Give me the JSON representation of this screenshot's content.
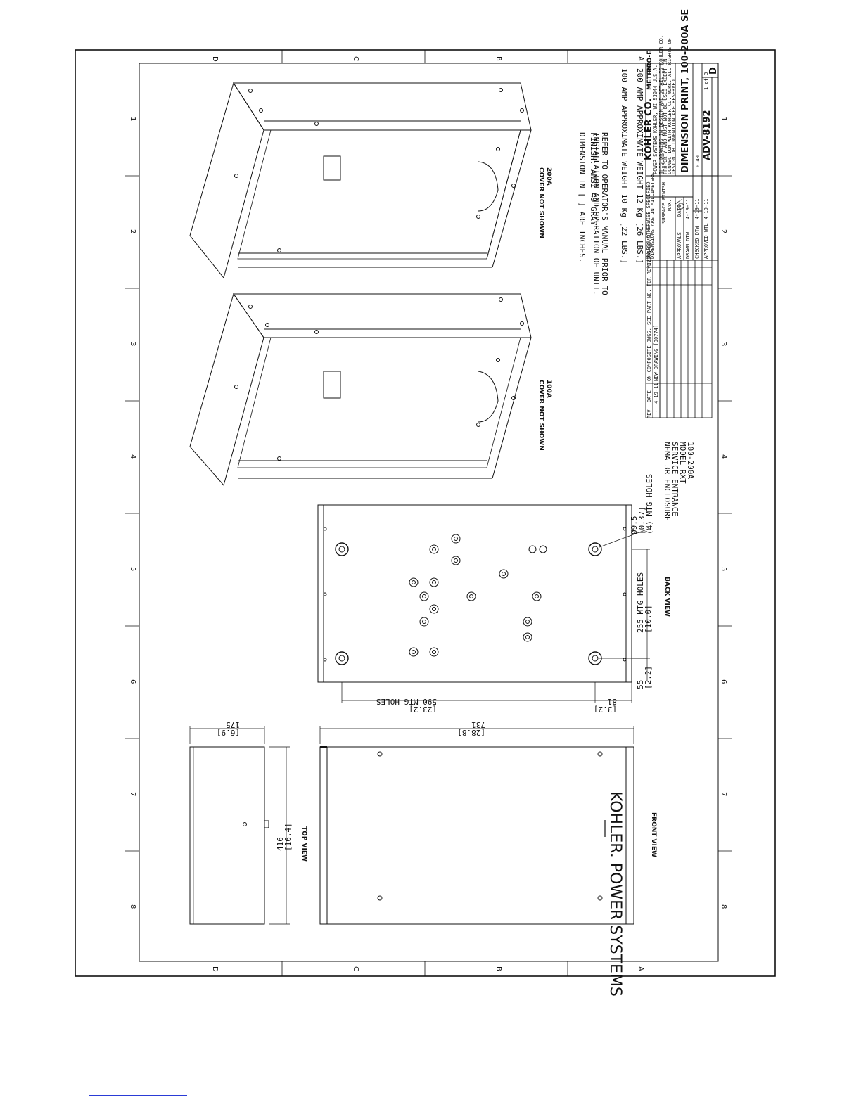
{
  "border_markers": {
    "letters_top": [
      "D",
      "C",
      "B",
      "A"
    ],
    "letters_bottom": [
      "D",
      "C",
      "B",
      "A"
    ],
    "numbers_left": [
      "1",
      "2",
      "3",
      "4",
      "5",
      "6",
      "7",
      "8"
    ],
    "numbers_right": [
      "1",
      "2",
      "3",
      "4",
      "5",
      "6",
      "7",
      "8"
    ]
  },
  "views": {
    "iso_200a": "200A\nCOVER NOT SHOWN",
    "iso_100a": "100A\nCOVER NOT SHOWN",
    "back_view": "BACK VIEW",
    "front_view": "FRONT VIEW",
    "top_view": "TOP VIEW"
  },
  "notes": [
    "DIMENSION IN [ ] ARE INCHES.",
    "FINISH: ANSI 49 GRAY",
    "REFER TO OPERATOR'S MANUAL PRIOR TO\nINSTALLATION AND OPERATION OF UNIT.",
    "100 AMP APPROXIMATE WEIGHT 10 Kg [22 LBS.]",
    "200 AMP APPROXIMATE WEIGHT 12 Kg [26 LBS.]"
  ],
  "dimensions": {
    "mtg_holes_dia": "Ø9.5\n[0.37]\n(4) MTG HOLES",
    "mtg_holes_255": "255  MTG HOLES\n[10.0]",
    "dim_55": "55\n[2.2]",
    "mtg_holes_590": "[23.2]\n590  MTG HOLES",
    "dim_81": "[3.2]\n81",
    "dim_731": "[28.8]\n731",
    "dim_175": "[6.9]\n175",
    "dim_416": "416\n[16.4]"
  },
  "description": "100-200A\nMODEL RXT\nSERVICE ENTRANCE\nNEMA 3R ENCLOSURE",
  "revision_table": {
    "headers": [
      "REV",
      "DATE",
      "ON COMPOSITE DWGS. SEE PART NO. FOR REVISION LEVEL",
      "BY"
    ],
    "rows": [
      [
        "-",
        "4-19-11",
        "NEW DRAWING [90774]",
        ""
      ]
    ]
  },
  "title_block": {
    "company": "KOHLER CO.",
    "company_sub": "POWER SYSTEMS  KOHLER, WI 53044  U.S.A.",
    "metric": "METRIC",
    "pro_e": "PRO-E",
    "proprietary": "THIS DRAWING IN DESIGN AND DETAIL IS KOHLER CO.\nPROPERTY AND MUST NOT BE USED EXCEPT IN\nCONNECTION WITH KOHLER CO. WORK. ALL RIGHTS OF\nDESIGN OR INVENTION ARE RESERVED.",
    "title": "DIMENSION PRINT, 100-200A SE",
    "dwg_no": "ADV-8192",
    "size": "D",
    "sheet": "1 of 3",
    "scale": "0.40",
    "units_note": "UNLESS OTHERWISE SPECIFIED\nDIMENSIONS ARE IN MILLIMETERS",
    "finish_label": "SURFACE FINISH",
    "finish_value": "MAX.",
    "approvals_rows": [
      [
        "APPROVALS",
        "DATE"
      ],
      [
        "DRAWN  DTW",
        "4-19-11"
      ],
      [
        "CHECKED  DTW",
        "4-19-11"
      ],
      [
        "APPROVED  WTL",
        "4-19-11"
      ]
    ]
  },
  "brand_logo": "KOHLER. POWER SYSTEMS"
}
